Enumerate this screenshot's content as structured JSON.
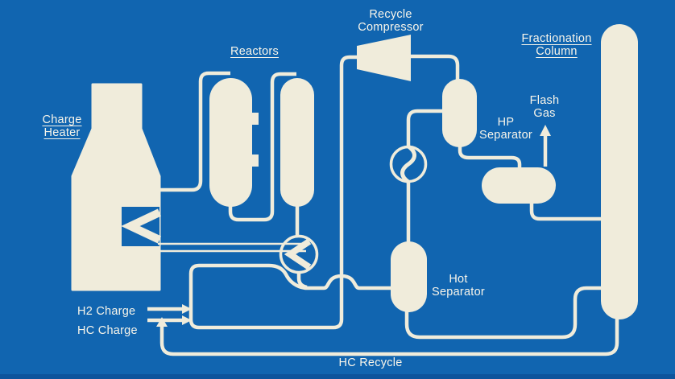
{
  "diagram": {
    "type": "process-flow-diagram",
    "subject": "hydrocracking unit",
    "colors": {
      "background": "#1165b0",
      "line_and_vessels": "#f0ecdb",
      "text": "#f8f5ea"
    },
    "labels": {
      "charge_heater": [
        "Charge",
        "Heater"
      ],
      "reactors": [
        "Reactors"
      ],
      "recycle_compressor": [
        "Recycle",
        "Compressor"
      ],
      "fractionation_column": [
        "Fractionation",
        "Column"
      ],
      "flash_gas": [
        "Flash",
        "Gas"
      ],
      "hp_separator": [
        "HP",
        "Separator"
      ],
      "hot_separator": [
        "Hot",
        "Separator"
      ],
      "h2_charge": [
        "H2 Charge"
      ],
      "hc_charge": [
        "HC Charge"
      ],
      "hc_recycle": [
        "HC Recycle"
      ]
    }
  }
}
